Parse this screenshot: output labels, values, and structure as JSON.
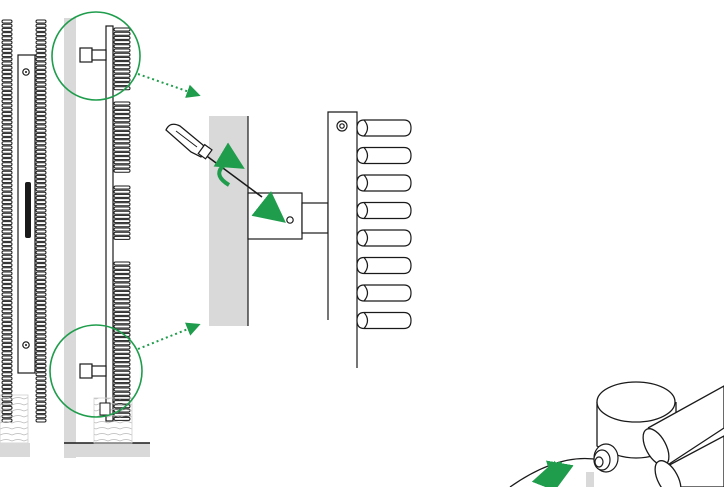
{
  "figure": {
    "kind": "installation-instruction-illustration",
    "printed_text": [],
    "colors": {
      "line": "#1a1a1a",
      "wall": "#d9d9d9",
      "accent_green": "#1f9d4c",
      "background": "#ffffff"
    },
    "panels": [
      {
        "id": "radiator-front-view",
        "icons": [
          "radiator-icon",
          "handle-icon",
          "screw-head-icon"
        ]
      },
      {
        "id": "radiator-side-view",
        "icons": [
          "wall-icon",
          "radiator-icon",
          "bracket-icon",
          "floor-icon"
        ]
      },
      {
        "id": "bracket-detail-zoom",
        "icons": [
          "screwdriver-icon",
          "rotate-arrow-icon",
          "insert-arrow-icon",
          "bracket-icon",
          "fin-icon"
        ]
      },
      {
        "id": "pipe-valve-detail",
        "icons": [
          "pipe-icon",
          "valve-icon",
          "tighten-arrows-icon"
        ]
      }
    ],
    "callouts": [
      {
        "from": "top-bracket-circle",
        "to": "bracket-detail-zoom",
        "style": "dotted-arrow"
      },
      {
        "from": "bottom-bracket-circle",
        "to": "bracket-detail-zoom",
        "style": "dotted-arrow"
      }
    ]
  }
}
